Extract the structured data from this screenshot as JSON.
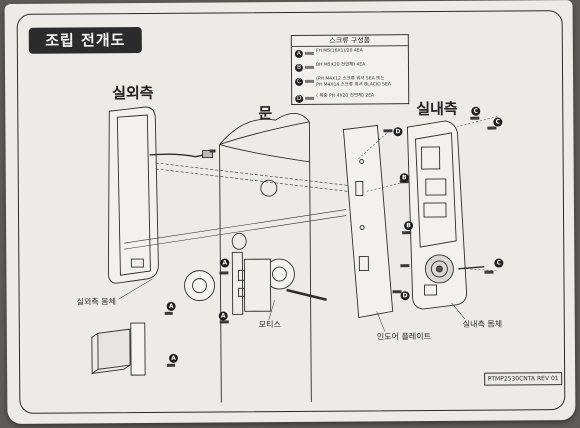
{
  "title": "조립 전개도",
  "labels": {
    "outdoor_side": "실외측",
    "door": "문",
    "indoor_side": "실내측",
    "outdoor_body": "실외측 몸체",
    "mortise": "모티스",
    "indoor_plate": "인도어 플레이트",
    "indoor_body": "실내측 몸체"
  },
  "legend": {
    "heading": "스크류 구성품",
    "items": [
      {
        "badge": "A",
        "text": "FH M5(16X1)/20 4EA"
      },
      {
        "badge": "B",
        "text": "BH M5X20 전면체) 4EA"
      },
      {
        "badge": "C",
        "text": "(PH M4X12 스크류 워셔 5EA 또는\nPH M4X14 스크류 워셔 BLACK) 5EA"
      },
      {
        "badge": "D",
        "text": "( 목중 PH 4X20 전면체) 2EA"
      }
    ]
  },
  "model": "PTMP2530CNTA REV 01",
  "badges": [
    "A",
    "B",
    "C",
    "D"
  ],
  "colors": {
    "paper": "#ecebe7",
    "ink": "#2a2a2a",
    "background": "#5e5c57"
  }
}
